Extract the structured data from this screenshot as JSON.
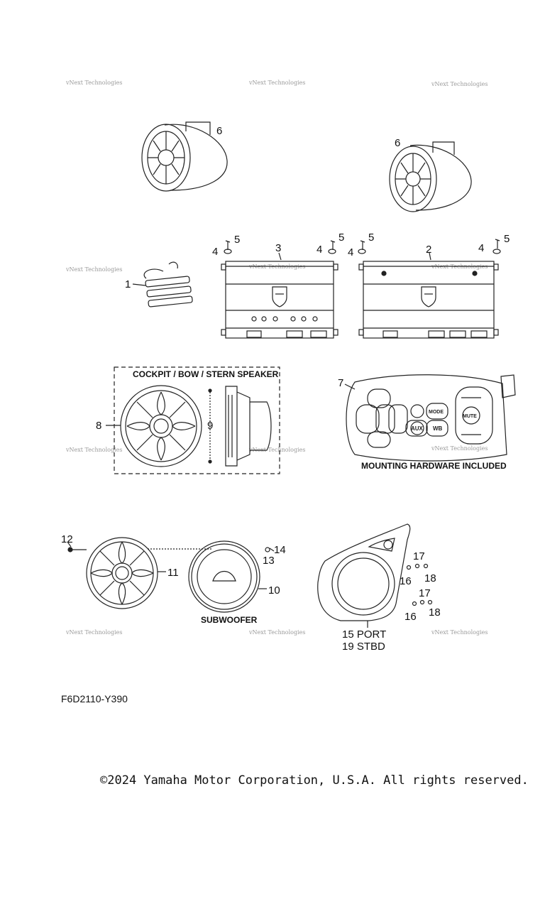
{
  "watermark": "vNext Technologies",
  "callouts": {
    "c1": "1",
    "c2": "2",
    "c3": "3",
    "c4": "4",
    "c5": "5",
    "c6": "6",
    "c7": "7",
    "c8": "8",
    "c9": "9",
    "c10": "10",
    "c11": "11",
    "c12": "12",
    "c13": "13",
    "c14": "14",
    "c16": "16",
    "c17": "17",
    "c18": "18"
  },
  "labels": {
    "speaker_group": "COCKPIT / BOW / STERN SPEAKER",
    "mounting": "MOUNTING HARDWARE INCLUDED",
    "subwoofer": "SUBWOOFER",
    "port": "15 PORT",
    "stbd": "19 STBD",
    "remote_keys": {
      "aux": "AUX",
      "wb": "WB",
      "mode": "MODE",
      "mute": "MUTE"
    }
  },
  "diagram_code": "F6D2110-Y390",
  "copyright": "©2024 Yamaha Motor Corporation, U.S.A. All rights reserved."
}
